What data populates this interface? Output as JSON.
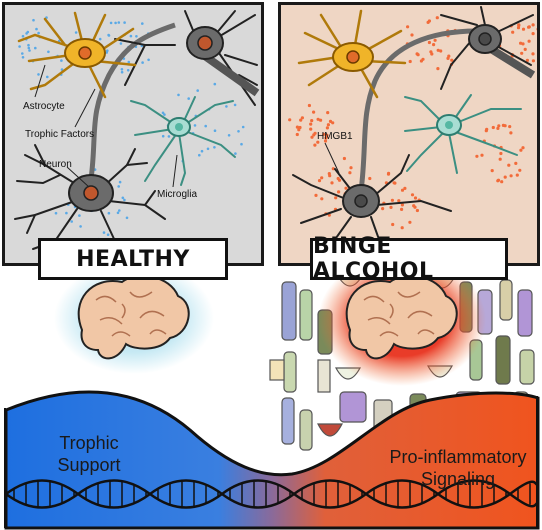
{
  "panels": {
    "healthy": {
      "labels": {
        "astrocyte": "Astrocyte",
        "trophic_factors": "Trophic Factors",
        "neuron": "Neuron",
        "microglia": "Microglia"
      },
      "banner": "HEALTHY"
    },
    "binge": {
      "labels": {
        "hmgb1": "HMGB1"
      },
      "banner": "BINGE ALCOHOL"
    }
  },
  "wave": {
    "left_label": "Trophic\nSupport",
    "right_label": "Pro-inflammatory\nSignaling"
  },
  "colors": {
    "healthy_bg": "#d9d9d9",
    "binge_bg": "#efd6c4",
    "astrocyte": "#f0b429",
    "microglia": "#a8ddd3",
    "neuron": "#6b6b6b",
    "trophic_dots": "#5aa9e6",
    "hmgb1_dots": "#f26b3a",
    "wave_blue": "#1e6fe0",
    "wave_orange": "#f0541e",
    "brain": "#f1c7a6"
  }
}
